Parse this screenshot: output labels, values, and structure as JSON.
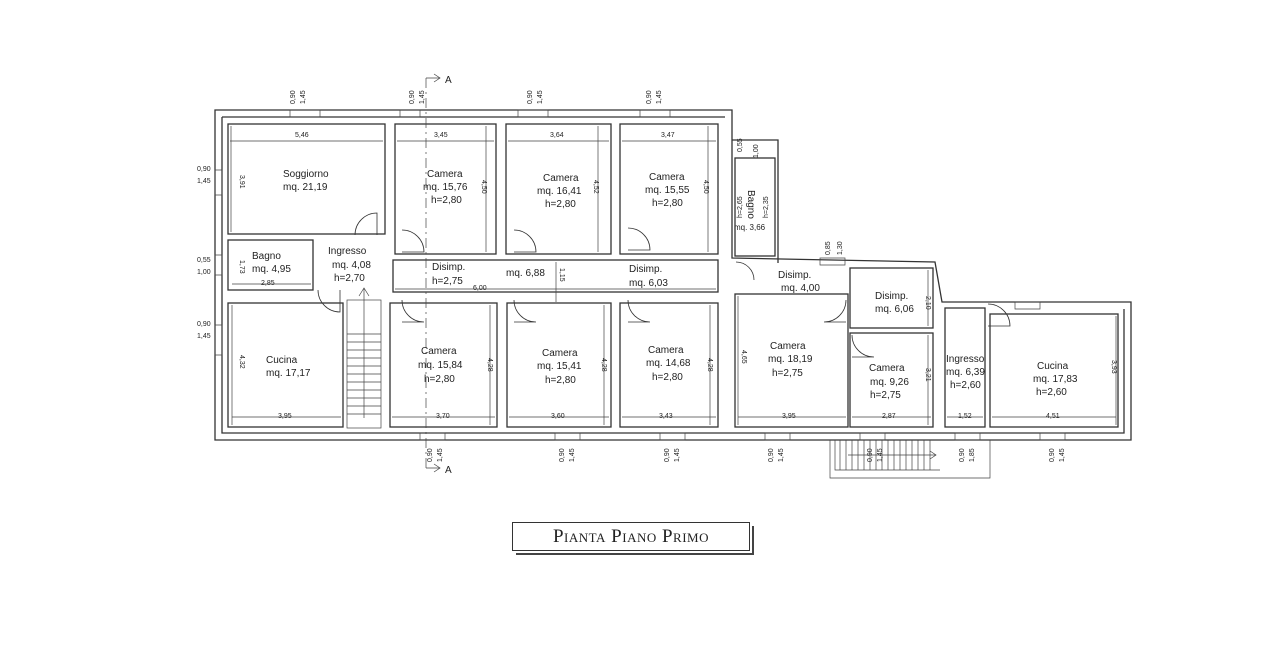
{
  "title": "Pianta Piano Primo",
  "section_marker": "A",
  "rooms": {
    "soggiorno": {
      "name": "Soggiorno",
      "area": "mq. 21,19"
    },
    "camera1": {
      "name": "Camera",
      "area": "mq. 15,76",
      "height": "h=2,80"
    },
    "camera2": {
      "name": "Camera",
      "area": "mq. 16,41",
      "height": "h=2,80"
    },
    "camera3": {
      "name": "Camera",
      "area": "mq. 15,55",
      "height": "h=2,80"
    },
    "bagno_top": {
      "name": "Bagno",
      "area": "mq. 3,66",
      "height1": "h=2,65",
      "height2": "h=2,35"
    },
    "bagno": {
      "name": "Bagno",
      "area": "mq. 4,95"
    },
    "ingresso1": {
      "name": "Ingresso",
      "area": "mq. 4,08",
      "height": "h=2,70"
    },
    "disimp1": {
      "name": "Disimp.",
      "area": "mq. 6,88",
      "height": "h=2,75"
    },
    "disimp2": {
      "name": "Disimp.",
      "area": "mq. 6,03"
    },
    "disimp3": {
      "name": "Disimp.",
      "area": "mq. 4,00"
    },
    "disimp4": {
      "name": "Disimp.",
      "area": "mq. 6,06"
    },
    "cucina1": {
      "name": "Cucina",
      "area": "mq. 17,17"
    },
    "camera4": {
      "name": "Camera",
      "area": "mq. 15,84",
      "height": "h=2,80"
    },
    "camera5": {
      "name": "Camera",
      "area": "mq. 15,41",
      "height": "h=2,80"
    },
    "camera6": {
      "name": "Camera",
      "area": "mq. 14,68",
      "height": "h=2,80"
    },
    "camera7": {
      "name": "Camera",
      "area": "mq. 18,19",
      "height": "h=2,75"
    },
    "camera8": {
      "name": "Camera",
      "area": "mq. 9,26",
      "height": "h=2,75"
    },
    "ingresso2": {
      "name": "Ingresso",
      "area": "mq. 6,39",
      "height": "h=2,60"
    },
    "cucina2": {
      "name": "Cucina",
      "area": "mq. 17,83",
      "height": "h=2,60"
    }
  },
  "dimensions": {
    "w_546": "5,46",
    "w_345": "3,45",
    "w_364": "3,64",
    "w_347": "3,47",
    "h_391": "3,91",
    "h_450a": "4,50",
    "h_452": "4,52",
    "h_450b": "4,50",
    "h_173": "1,73",
    "w_285": "2,85",
    "w_600": "6,00",
    "h_115": "1,15",
    "h_432": "4,32",
    "w_395a": "3,95",
    "h_428a": "4,28",
    "w_370": "3,70",
    "h_428b": "4,28",
    "w_360": "3,60",
    "h_428c": "4,28",
    "w_343": "3,43",
    "h_465": "4,65",
    "w_395b": "3,95",
    "h_321": "3,21",
    "w_287": "2,87",
    "h_210": "2,10",
    "w_152": "1,52",
    "h_393": "3,93",
    "w_451": "4,51",
    "h_055": "0,55",
    "h_100": "1,00",
    "h_185": "1,85",
    "win_090": "0,90",
    "win_145": "1,45",
    "win_130": "1,30",
    "win_085": "0,85"
  }
}
